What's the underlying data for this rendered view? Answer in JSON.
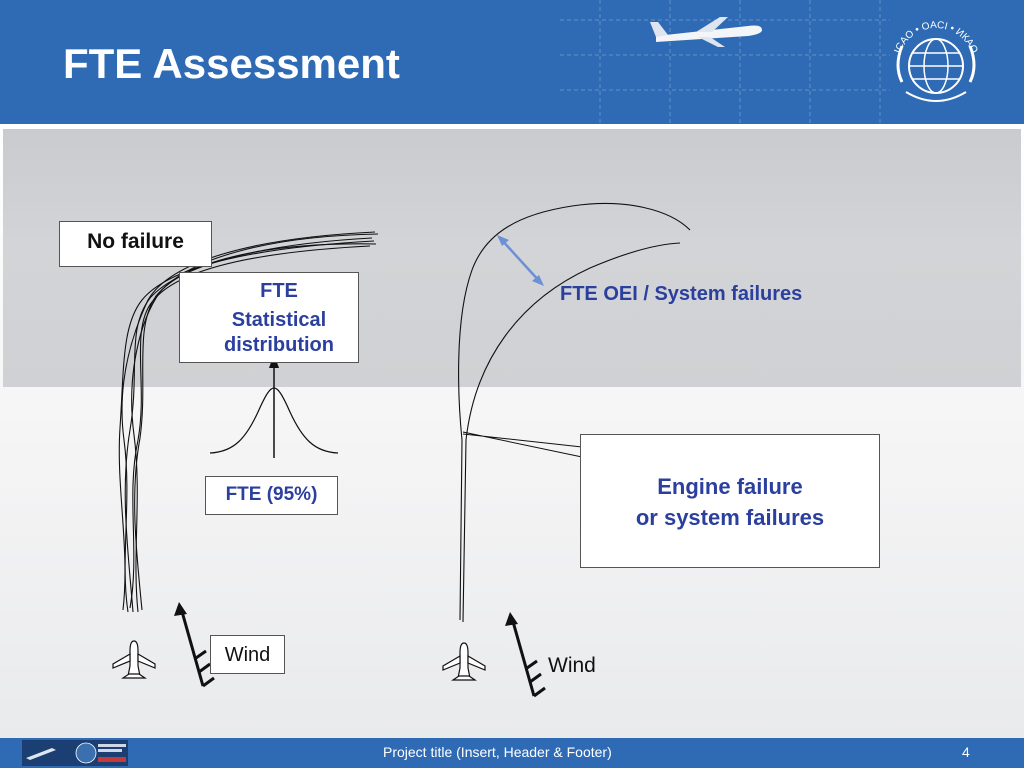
{
  "slide": {
    "title": "FTE Assessment",
    "footer_text": "Project title (Insert, Header & Footer)",
    "page_number": "4"
  },
  "logo": {
    "icao_text": "ICAO • OACI • ИКАО",
    "icon": "icao-emblem-icon"
  },
  "left_diagram": {
    "no_failure_label": "No failure",
    "fte_label": "FTE",
    "distribution_label_line1": "Statistical",
    "distribution_label_line2": "distribution",
    "fte95_label": "FTE (95%)",
    "wind_label": "Wind"
  },
  "right_diagram": {
    "fte_oei_label": "FTE OEI / System failures",
    "engine_failure_line1": "Engine failure",
    "engine_failure_line2": "or system failures",
    "wind_label": "Wind"
  },
  "colors": {
    "brand_blue": "#2f6bb5",
    "label_blue": "#2b3f9e",
    "arrow_blue": "#6d8fd6"
  }
}
